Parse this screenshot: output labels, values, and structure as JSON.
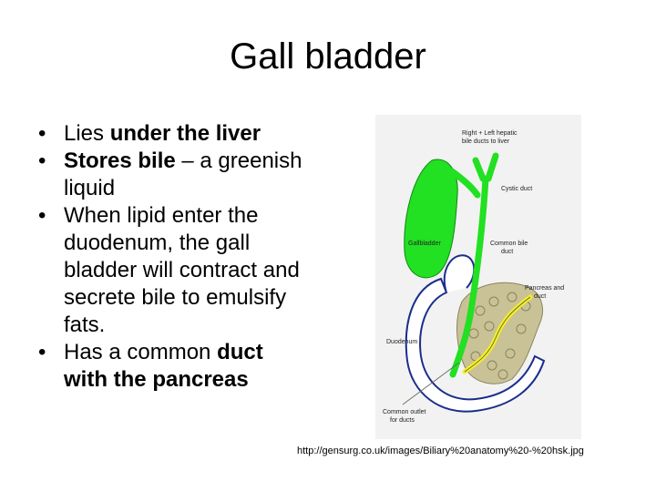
{
  "slide": {
    "title": "Gall bladder"
  },
  "bullets": [
    {
      "parts": [
        {
          "text": "Lies ",
          "bold": false
        },
        {
          "text": "under the liver",
          "bold": true
        }
      ]
    },
    {
      "parts": [
        {
          "text": "Stores bile",
          "bold": true
        },
        {
          "text": " – a greenish liquid",
          "bold": false
        }
      ]
    },
    {
      "parts": [
        {
          "text": "When lipid enter the duodenum, the gall bladder will contract and secrete bile to emulsify fats.",
          "bold": false
        }
      ]
    },
    {
      "parts": [
        {
          "text": "Has a common ",
          "bold": false
        },
        {
          "text": "duct with the pancreas",
          "bold": true
        }
      ]
    }
  ],
  "diagram": {
    "labels": {
      "hepatic_1": "Right + Left hepatic",
      "hepatic_2": "bile ducts to liver",
      "cystic": "Cystic duct",
      "gallbladder": "Gallbladder",
      "common_bile_1": "Common bile",
      "common_bile_2": "duct",
      "pancreas_1": "Pancreas and",
      "pancreas_2": "duct",
      "duodenum": "Duodenum",
      "outlet_1": "Common outlet",
      "outlet_2": "for ducts"
    },
    "colors": {
      "bile_green": "#22e022",
      "duodenum_blue": "#1a2e8c",
      "pancreas": "#c9c296",
      "duct_yellow": "#f5f020"
    }
  },
  "source": {
    "caption": "http://gensurg.co.uk/images/Biliary%20anatomy%20-%20hsk.jpg"
  }
}
